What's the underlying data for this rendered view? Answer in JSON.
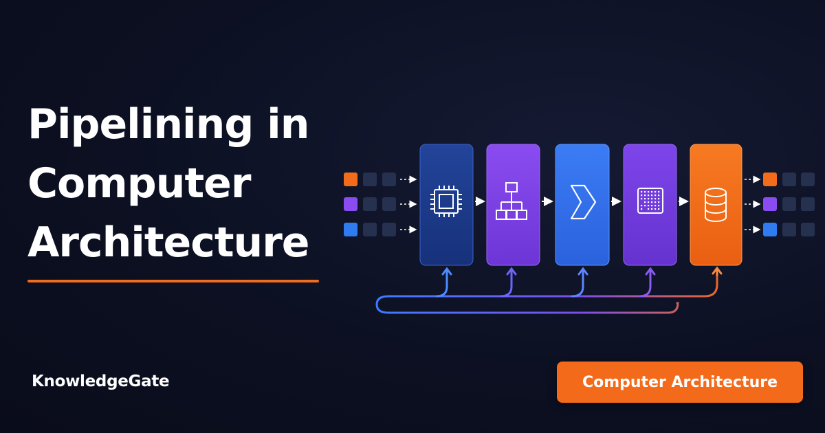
{
  "title": {
    "line1": "Pipelining in",
    "line2": "Computer",
    "line3": "Architecture"
  },
  "brand": "KnowledgeGate",
  "tag_label": "Computer Architecture",
  "colors": {
    "accent_orange": "#f36c1b",
    "stage_dark_blue": "#1d3b8a",
    "stage_purple": "#7b3fe4",
    "stage_blue": "#2f6fea",
    "input_orange": "#f36c1b",
    "input_purple": "#8a4cf0",
    "input_blue": "#2f7bf0"
  },
  "pipeline": {
    "stages": [
      {
        "icon": "cpu-chip-icon"
      },
      {
        "icon": "hierarchy-icon"
      },
      {
        "icon": "arrow-chevron-icon"
      },
      {
        "icon": "dot-grid-chip-icon"
      },
      {
        "icon": "database-icon"
      }
    ],
    "input_rows": [
      "orange",
      "purple",
      "blue"
    ],
    "output_rows": [
      "orange",
      "purple",
      "blue"
    ]
  }
}
